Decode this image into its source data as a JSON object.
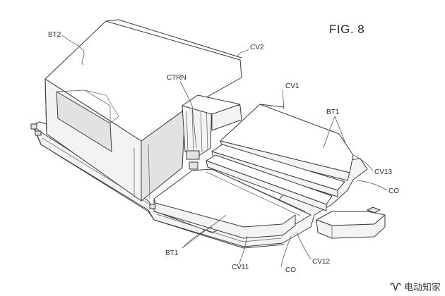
{
  "figure": {
    "title": "FIG. 8",
    "labels": {
      "bt2": "BT2",
      "cv2": "CV2",
      "ctrn": "CTRN",
      "cv1": "CV1",
      "bt1_upper": "BT1",
      "cv13": "CV13",
      "co_right": "CO",
      "bt1_lower": "BT1",
      "cv11": "CV11",
      "cv12": "CV12",
      "co_bottom": "CO"
    }
  },
  "watermark": {
    "text": "电动知家",
    "icon": "wechat-channel-icon"
  }
}
